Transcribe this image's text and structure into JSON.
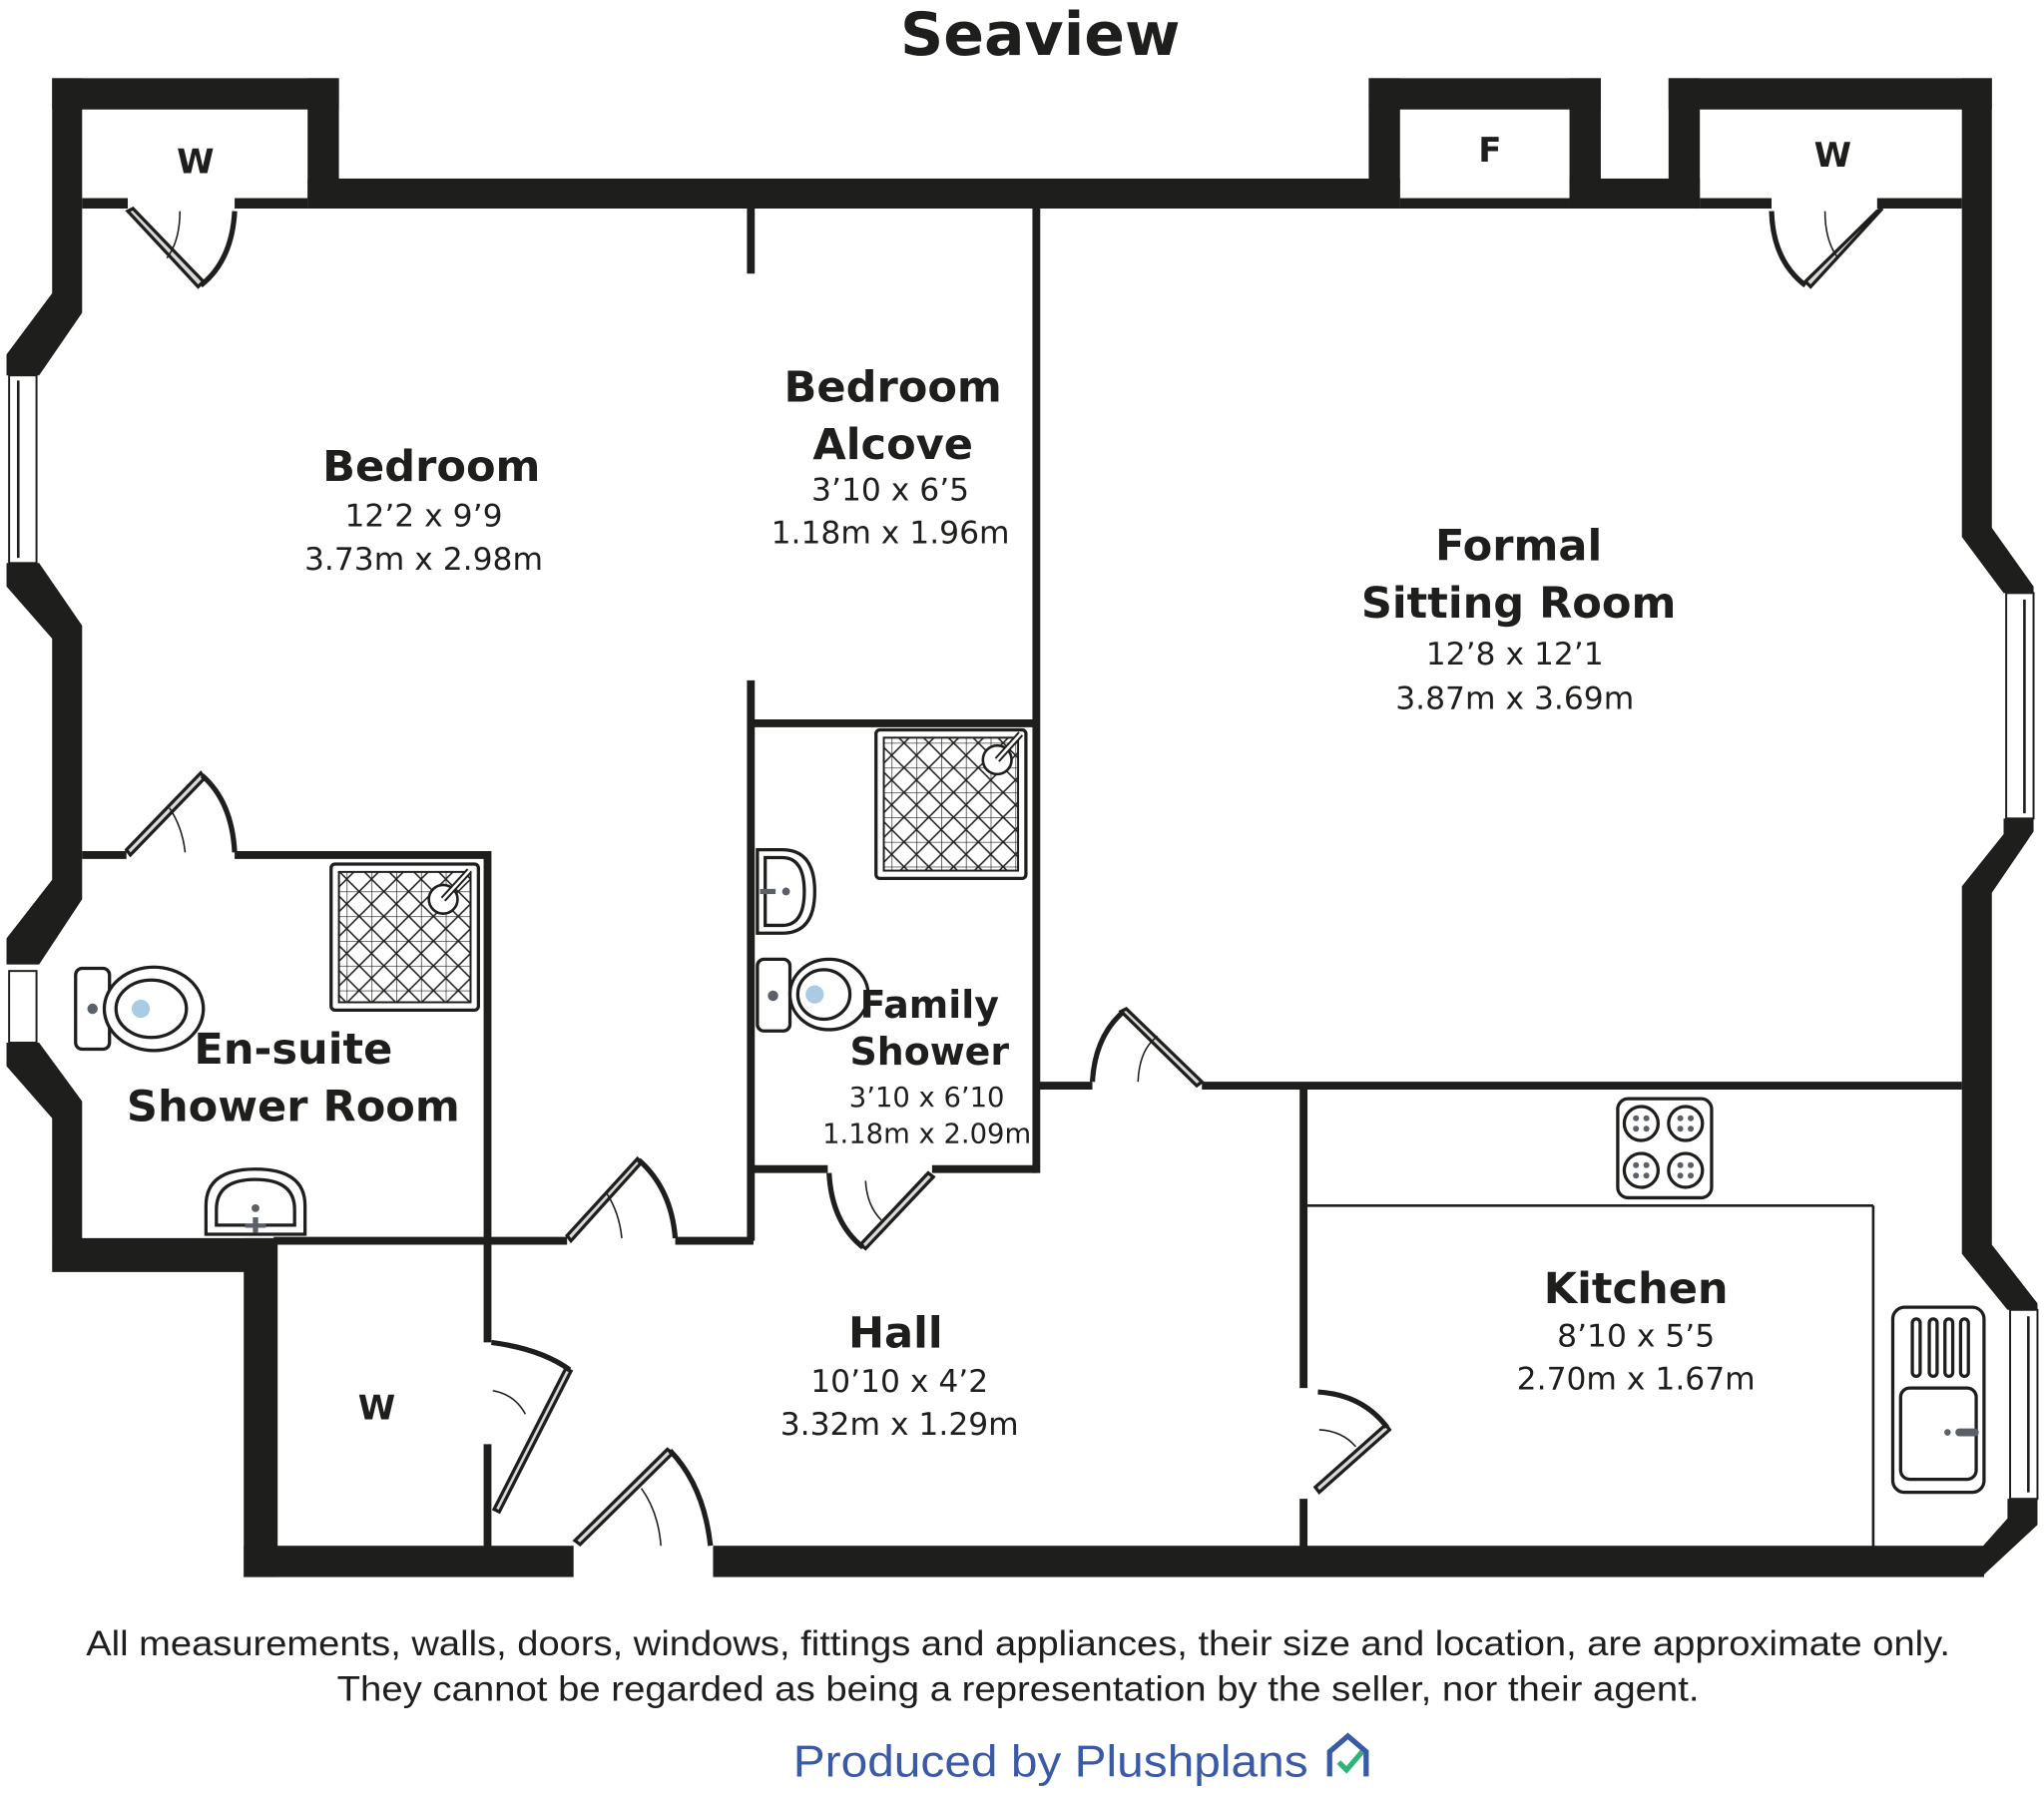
{
  "plan": {
    "title": "Seaview",
    "rooms": [
      {
        "id": "bedroom",
        "name_lines": [
          "Bedroom"
        ],
        "imperial": "12’2 x 9’9",
        "metric": "3.73m x 2.98m"
      },
      {
        "id": "bedroom-alcove",
        "name_lines": [
          "Bedroom",
          "Alcove"
        ],
        "imperial": "3’10 x 6’5",
        "metric": "1.18m x 1.96m"
      },
      {
        "id": "formal-sitting-room",
        "name_lines": [
          "Formal",
          "Sitting Room"
        ],
        "imperial": "12’8 x 12’1",
        "metric": "3.87m x 3.69m"
      },
      {
        "id": "en-suite-shower-room",
        "name_lines": [
          "En-suite",
          "Shower Room"
        ],
        "imperial": "",
        "metric": ""
      },
      {
        "id": "family-shower",
        "name_lines": [
          "Family",
          "Shower"
        ],
        "imperial": "3’10 x 6’10",
        "metric": "1.18m x 2.09m"
      },
      {
        "id": "hall",
        "name_lines": [
          "Hall"
        ],
        "imperial": "10’10 x 4’2",
        "metric": "3.32m x 1.29m"
      },
      {
        "id": "kitchen",
        "name_lines": [
          "Kitchen"
        ],
        "imperial": "8’10 x 5’5",
        "metric": "2.70m x 1.67m"
      }
    ],
    "cupboards": [
      {
        "id": "wardrobe-top-left",
        "label": "W"
      },
      {
        "id": "cupboard-f",
        "label": "F"
      },
      {
        "id": "wardrobe-top-right",
        "label": "W"
      },
      {
        "id": "wardrobe-hall",
        "label": "W"
      }
    ]
  },
  "footer": {
    "disclaimer_line1": "All measurements, walls, doors, windows, fittings and appliances, their size and location, are approximate only.",
    "disclaimer_line2": "They cannot be regarded as being a representation by the seller, nor their agent.",
    "credit": "Produced by Plushplans",
    "logo_icon": "house-check-icon"
  },
  "colors": {
    "wall": "#1e1e1c",
    "credit_text": "#3a5aa8",
    "logo_house": "#3a5aa8",
    "logo_check": "#2fb37a",
    "toilet_bowl_water": "#a9cbe3",
    "fixture_detail": "#5b5f66"
  }
}
